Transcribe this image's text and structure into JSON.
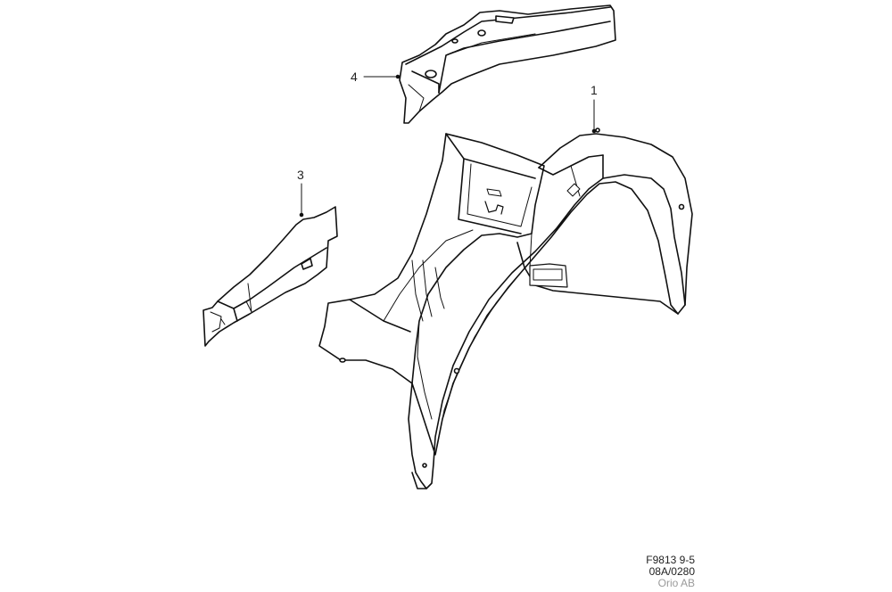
{
  "callouts": {
    "part_1": "1",
    "part_3": "3",
    "part_4": "4"
  },
  "footer": {
    "line1": "F9813 9-5",
    "line2": "08A/0280",
    "line3": "Orio AB"
  },
  "colors": {
    "line": "#111111",
    "footer_main": "#222222",
    "footer_muted": "#9a9a9a"
  }
}
